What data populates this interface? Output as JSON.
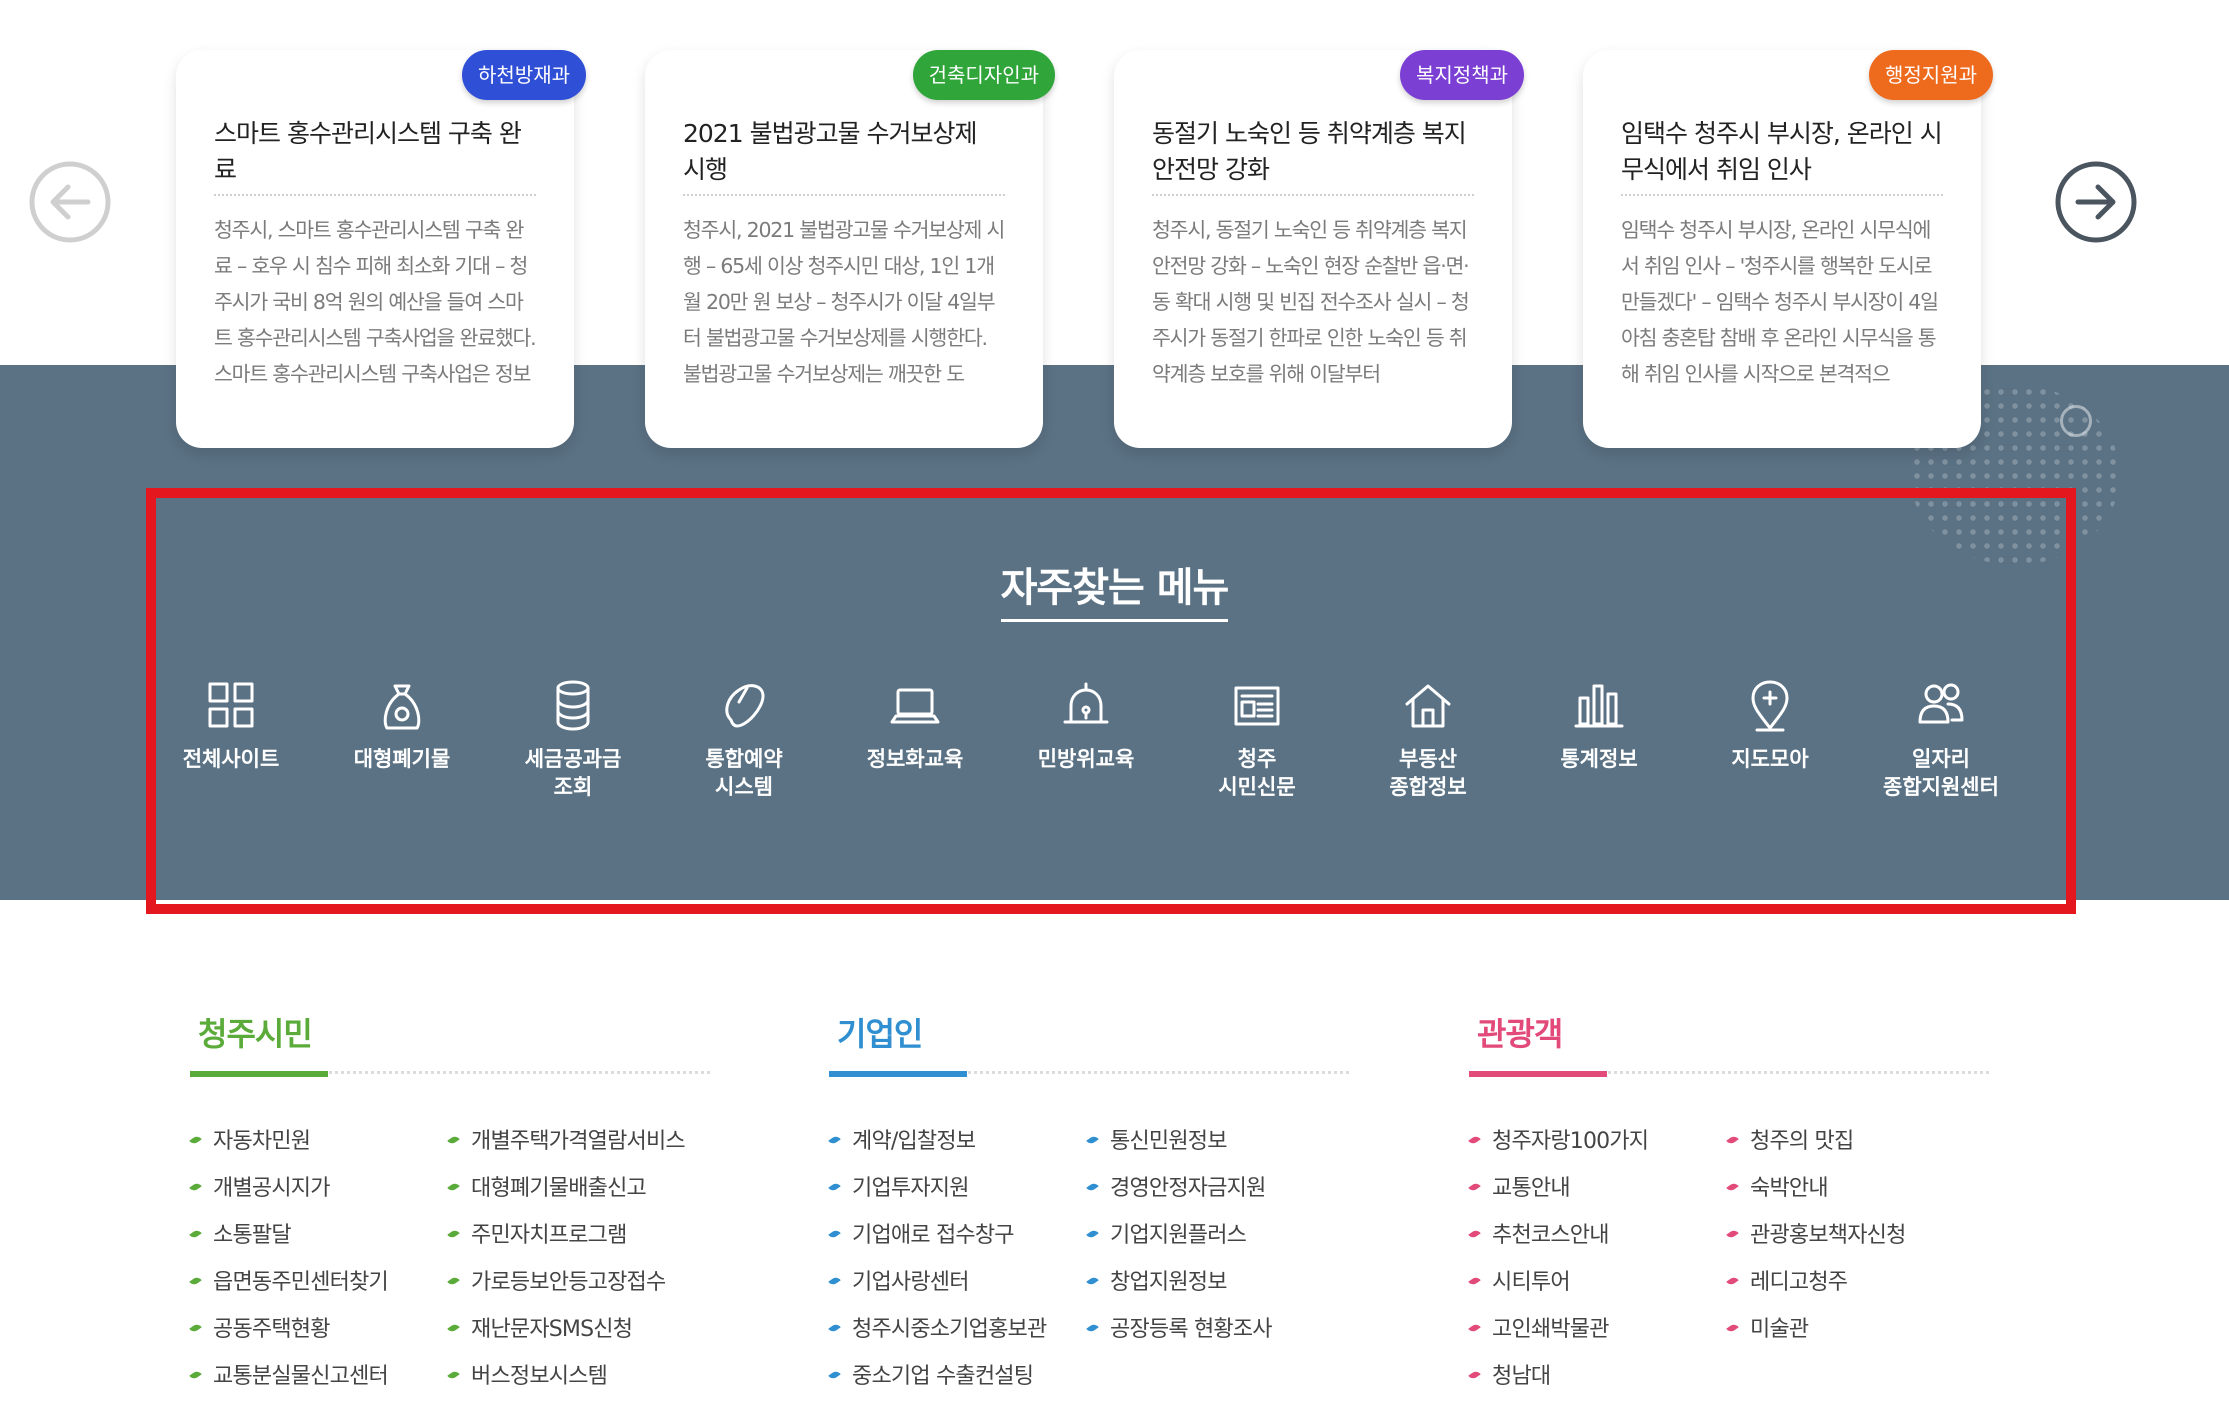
{
  "news": [
    {
      "badge": "하천방재과",
      "badge_color": "#2f4fd6",
      "title": "스마트 홍수관리시스템 구축 완료",
      "body": "청주시, 스마트 홍수관리시스템 구축 완료 – 호우 시 침수 피해 최소화 기대 – 청주시가 국비 8억 원의 예산을 들여 스마트 홍수관리시스템 구축사업을 완료했다. 스마트 홍수관리시스템 구축사업은 정보통신기술(ICT)를 적용해 배수문의"
    },
    {
      "badge": "건축디자인과",
      "badge_color": "#2fa53a",
      "title": "2021 불법광고물 수거보상제 시행",
      "body": "청주시, 2021 불법광고물 수거보상제 시행 – 65세 이상 청주시민 대상, 1인 1개월 20만 원 보상 – 청주시가 이달 4일부터 불법광고물 수거보상제를 시행한다. 불법광고물 수거보상제는 깨끗한 도"
    },
    {
      "badge": "복지정책과",
      "badge_color": "#7b3fd4",
      "title": "동절기 노숙인 등 취약계층 복지 안전망 강화",
      "body": "청주시, 동절기 노숙인 등 취약계층 복지안전망 강화 – 노숙인 현장 순찰반 읍·면·동 확대 시행 및 빈집 전수조사 실시 – 청주시가 동절기 한파로 인한 노숙인 등 취약계층 보호를 위해 이달부터"
    },
    {
      "badge": "행정지원과",
      "badge_color": "#ee6a1c",
      "title": "임택수 청주시 부시장, 온라인 시무식에서 취임 인사",
      "body": "임택수 청주시 부시장, 온라인 시무식에서 취임 인사 – '청주시를 행복한 도시로 만들겠다' – 임택수 청주시 부시장이 4일 아침 충혼탑 참배 후 온라인 시무식을 통해 취임 인사를 시작으로 본격적으"
    }
  ],
  "frequent_menu": {
    "title": "자주찾는 메뉴",
    "items": [
      {
        "label": "전체사이트",
        "icon": "grid-icon"
      },
      {
        "label": "대형폐기물",
        "icon": "trash-bag-icon"
      },
      {
        "label": "세금공과금\n조회",
        "icon": "database-icon"
      },
      {
        "label": "통합예약\n시스템",
        "icon": "mouse-icon"
      },
      {
        "label": "정보화교육",
        "icon": "laptop-icon"
      },
      {
        "label": "민방위교육",
        "icon": "alarm-icon"
      },
      {
        "label": "청주\n시민신문",
        "icon": "newspaper-icon"
      },
      {
        "label": "부동산\n종합정보",
        "icon": "house-icon"
      },
      {
        "label": "통계정보",
        "icon": "bar-chart-icon"
      },
      {
        "label": "지도모아",
        "icon": "map-pin-icon"
      },
      {
        "label": "일자리\n종합지원센터",
        "icon": "people-icon"
      }
    ]
  },
  "columns": [
    {
      "title": "청주시민",
      "color": "#5aab3a",
      "links": [
        "자동차민원",
        "개별주택가격열람서비스",
        "개별공시지가",
        "대형폐기물배출신고",
        "소통팔달",
        "주민자치프로그램",
        "읍면동주민센터찾기",
        "가로등보안등고장접수",
        "공동주택현황",
        "재난문자SMS신청",
        "교통분실물신고센터",
        "버스정보시스템"
      ]
    },
    {
      "title": "기업인",
      "color": "#2f8fd0",
      "links": [
        "계약/입찰정보",
        "통신민원정보",
        "기업투자지원",
        "경영안정자금지원",
        "기업애로 접수창구",
        "기업지원플러스",
        "기업사랑센터",
        "창업지원정보",
        "청주시중소기업홍보관",
        "공장등록 현황조사",
        "중소기업 수출컨설팅",
        ""
      ]
    },
    {
      "title": "관광객",
      "color": "#e24a7a",
      "links": [
        "청주자랑100가지",
        "청주의 맛집",
        "교통안내",
        "숙박안내",
        "추천코스안내",
        "관광홍보책자신청",
        "시티투어",
        "레디고청주",
        "고인쇄박물관",
        "미술관",
        "청남대",
        ""
      ]
    }
  ]
}
